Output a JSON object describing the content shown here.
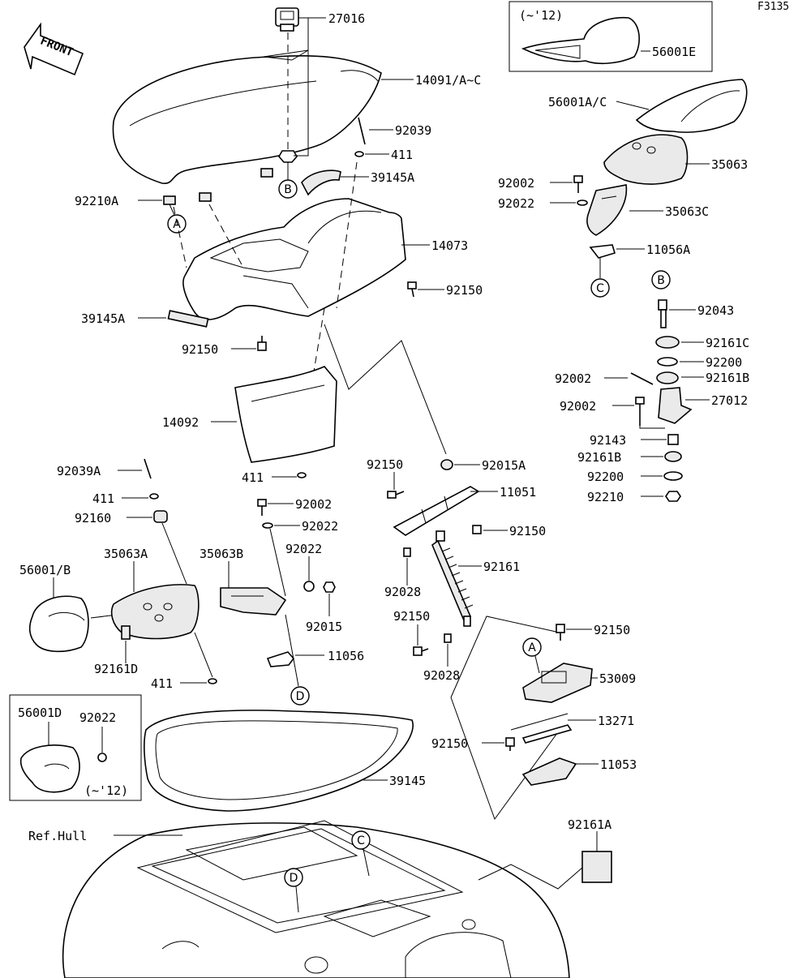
{
  "figure_code": "F3135",
  "front_arrow": "FRONT",
  "ref_hull": "Ref.Hull",
  "inset_label_top": "(~'12)",
  "inset_label_bottom": "(~'12)",
  "callouts": {
    "p27016": "27016",
    "p14091": "14091/A~C",
    "p92039": "92039",
    "p411a": "411",
    "p39145A_top": "39145A",
    "p92210A": "92210A",
    "p14073": "14073",
    "p92150_a": "92150",
    "p39145A_left": "39145A",
    "p92150_b": "92150",
    "p14092": "14092",
    "p411b": "411",
    "p56001E": "56001E",
    "p56001AC": "56001A/C",
    "p35063": "35063",
    "p92002_a": "92002",
    "p92022_a": "92022",
    "p35063C": "35063C",
    "p11056A": "11056A",
    "p92043": "92043",
    "p92161C": "92161C",
    "p92200_a": "92200",
    "p92002_b": "92002",
    "p92161B_a": "92161B",
    "p92002_c": "92002",
    "p27012": "27012",
    "p92143": "92143",
    "p92161B_b": "92161B",
    "p92200_b": "92200",
    "p92210": "92210",
    "p92039A": "92039A",
    "p411c": "411",
    "p92160": "92160",
    "p56001B": "56001/B",
    "p35063A": "35063A",
    "p35063B": "35063B",
    "p92002_d": "92002",
    "p92022_b": "92022",
    "p92022_c": "92022",
    "p92015": "92015",
    "p92161D": "92161D",
    "p411d": "411",
    "p11056": "11056",
    "p92150_c": "92150",
    "p92015A": "92015A",
    "p11051": "11051",
    "p92150_d": "92150",
    "p92161": "92161",
    "p92028_a": "92028",
    "p92150_e": "92150",
    "p92028_b": "92028",
    "p92150_f": "92150",
    "p53009": "53009",
    "p13271": "13271",
    "p92150_g": "92150",
    "p11053": "11053",
    "p56001D": "56001D",
    "p92022_d": "92022",
    "p39145": "39145",
    "p92161A": "92161A"
  },
  "refs": {
    "A": "A",
    "B": "B",
    "C": "C",
    "D": "D"
  }
}
